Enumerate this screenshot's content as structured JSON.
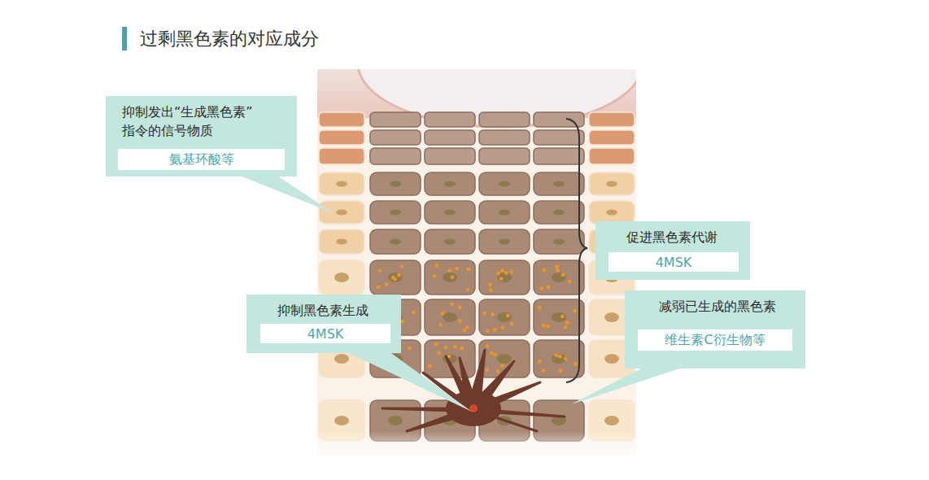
{
  "diagram": {
    "title": "过剩黑色素的对应成分",
    "nodes": [
      {
        "text": [
          "抑制发出“生成黑色素” 指令的信号物质"
        ]
      },
      {
        "text": [
          "氨基环酸等"
        ],
        "in": 0
      },
      {
        "text": [
          "促进黑色素代谢"
        ]
      },
      {
        "text": [
          "4MSK"
        ],
        "in": 2
      },
      {
        "text": [
          "抑制黑色素生成"
        ]
      },
      {
        "text": [
          "4MSK"
        ],
        "in": 4
      },
      {
        "text": [
          "减弱已生成的黑色素"
        ]
      },
      {
        "text": [
          "维生素C衍生物等"
        ],
        "in": 6
      }
    ],
    "edges": []
  }
}
